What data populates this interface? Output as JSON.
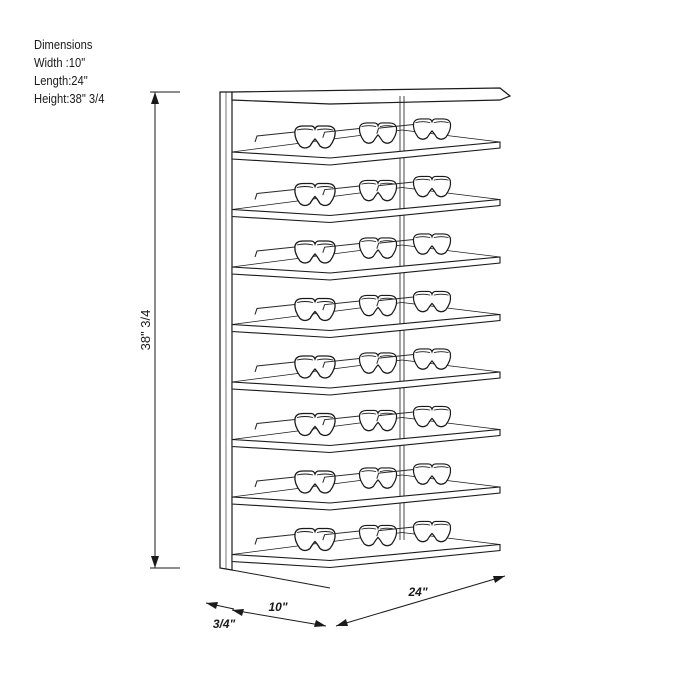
{
  "specs": {
    "heading": "Dimensions",
    "width": "Width :10\"",
    "length": "Length:24\"",
    "height": "Height:38\" 3/4"
  },
  "dimension_labels": {
    "height": "38\" 3/4",
    "depth": "10\"",
    "length": "24\"",
    "thickness": "3/4\""
  },
  "shelf_count": 8,
  "glasses_per_shelf": 3,
  "colors": {
    "line": "#1a1a1a",
    "panel_fill": "#ffffff",
    "frame": "#2a2a2a"
  },
  "icons": {
    "product": "eyewear-display-rack-icon",
    "item": "sunglasses-icon"
  }
}
